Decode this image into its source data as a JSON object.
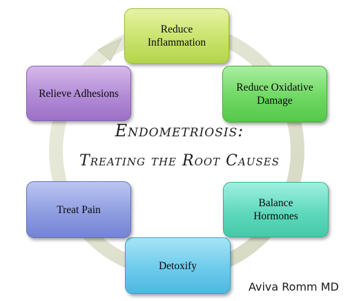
{
  "diagram": {
    "title_line1": "Endometriosis:",
    "title_line2": "Treating the Root Causes",
    "credit": "Aviva Romm MD",
    "nodes": [
      {
        "id": "reduce-inflammation",
        "label": "Reduce\nInflammation",
        "color": "#c9e36b"
      },
      {
        "id": "reduce-oxidative-damage",
        "label": "Reduce Oxidative\nDamage",
        "color": "#6fd863"
      },
      {
        "id": "balance-hormones",
        "label": "Balance\nHormones",
        "color": "#5fd9bd"
      },
      {
        "id": "detoxify",
        "label": "Detoxify",
        "color": "#6ccbec"
      },
      {
        "id": "treat-pain",
        "label": "Treat Pain",
        "color": "#8f9de2"
      },
      {
        "id": "relieve-adhesions",
        "label": "Relieve Adhesions",
        "color": "#b28bd6"
      }
    ],
    "cycle_ring_color": "#d8dcc6",
    "cycle_direction": "clockwise"
  }
}
